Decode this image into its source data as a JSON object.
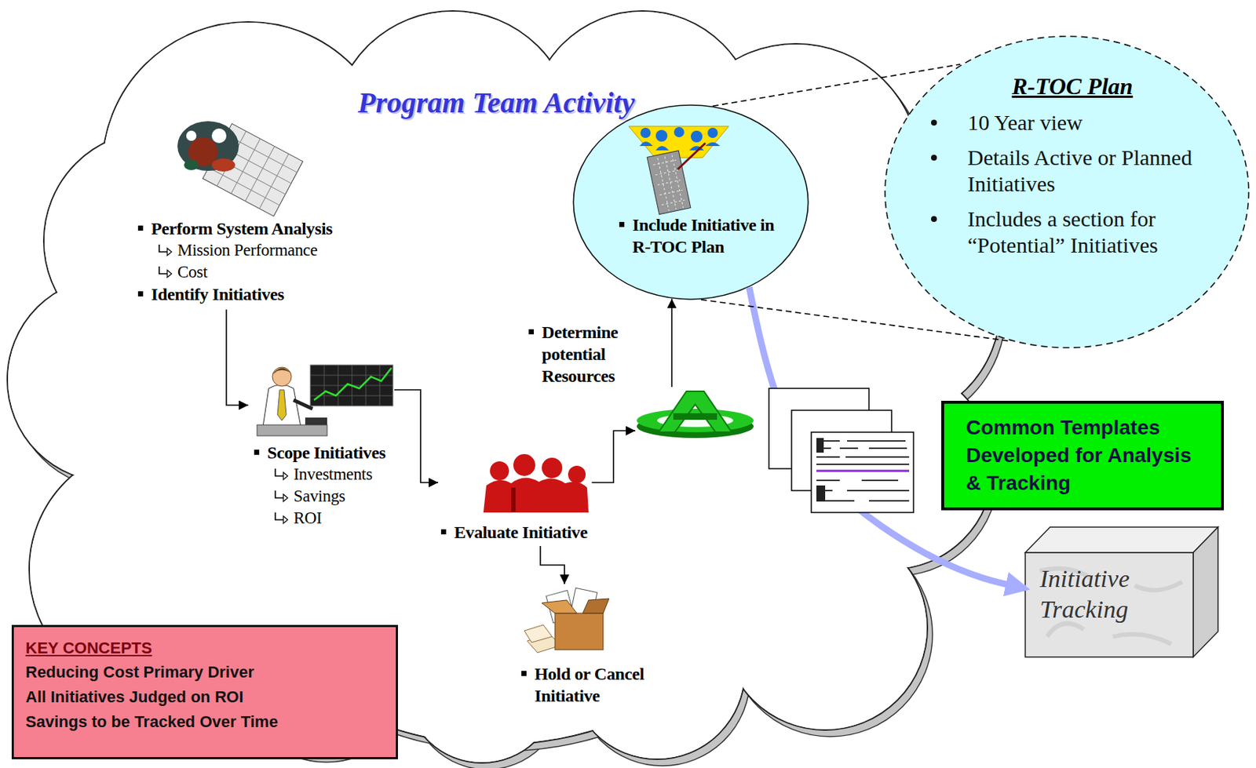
{
  "diagram": {
    "nodes": [
      {
        "text": [
          "Program Team Activity"
        ]
      },
      {
        "text": [
          "Perform System Analysis",
          "Mission Performance",
          "Cost",
          "Identify Initiatives"
        ],
        "in": 0
      },
      {
        "text": [
          "Scope Initiatives",
          "Investments",
          "Savings",
          "ROI"
        ],
        "in": 0
      },
      {
        "text": [
          "Evaluate Initiative"
        ],
        "in": 0
      },
      {
        "text": [
          "Determine potential Resources"
        ],
        "in": 0
      },
      {
        "text": [
          "Include Initiative in R-TOC Plan"
        ],
        "in": 0
      },
      {
        "text": [
          "Hold or Cancel Initiative"
        ],
        "in": 0
      },
      {
        "text": [
          "R-TOC Plan",
          "10 Year view",
          "Details Active or Planned Initiatives",
          "Includes a section for “Potential” Initiatives"
        ]
      },
      {
        "text": [
          "Common Templates Developed for Analysis & Tracking"
        ]
      },
      {
        "text": [
          "Initiative Tracking"
        ]
      },
      {
        "text": [
          "KEY CONCEPTS",
          "Reducing Cost Primary Driver",
          "All Initiatives Judged on ROI",
          "Savings to be Tracked Over Time"
        ]
      }
    ],
    "edges": [
      {
        "from": 1,
        "to": 2,
        "arrow": "to"
      },
      {
        "from": 2,
        "to": 3,
        "arrow": "to"
      },
      {
        "from": 3,
        "to": 4,
        "arrow": "to"
      },
      {
        "from": 4,
        "to": 5,
        "arrow": "to"
      },
      {
        "from": 3,
        "to": 6,
        "arrow": "to"
      },
      {
        "from": 5,
        "to": 9,
        "arrow": "to"
      },
      {
        "from": 5,
        "to": 7,
        "arrow": "none"
      },
      {
        "from": 5,
        "to": 7,
        "arrow": "none"
      }
    ]
  }
}
